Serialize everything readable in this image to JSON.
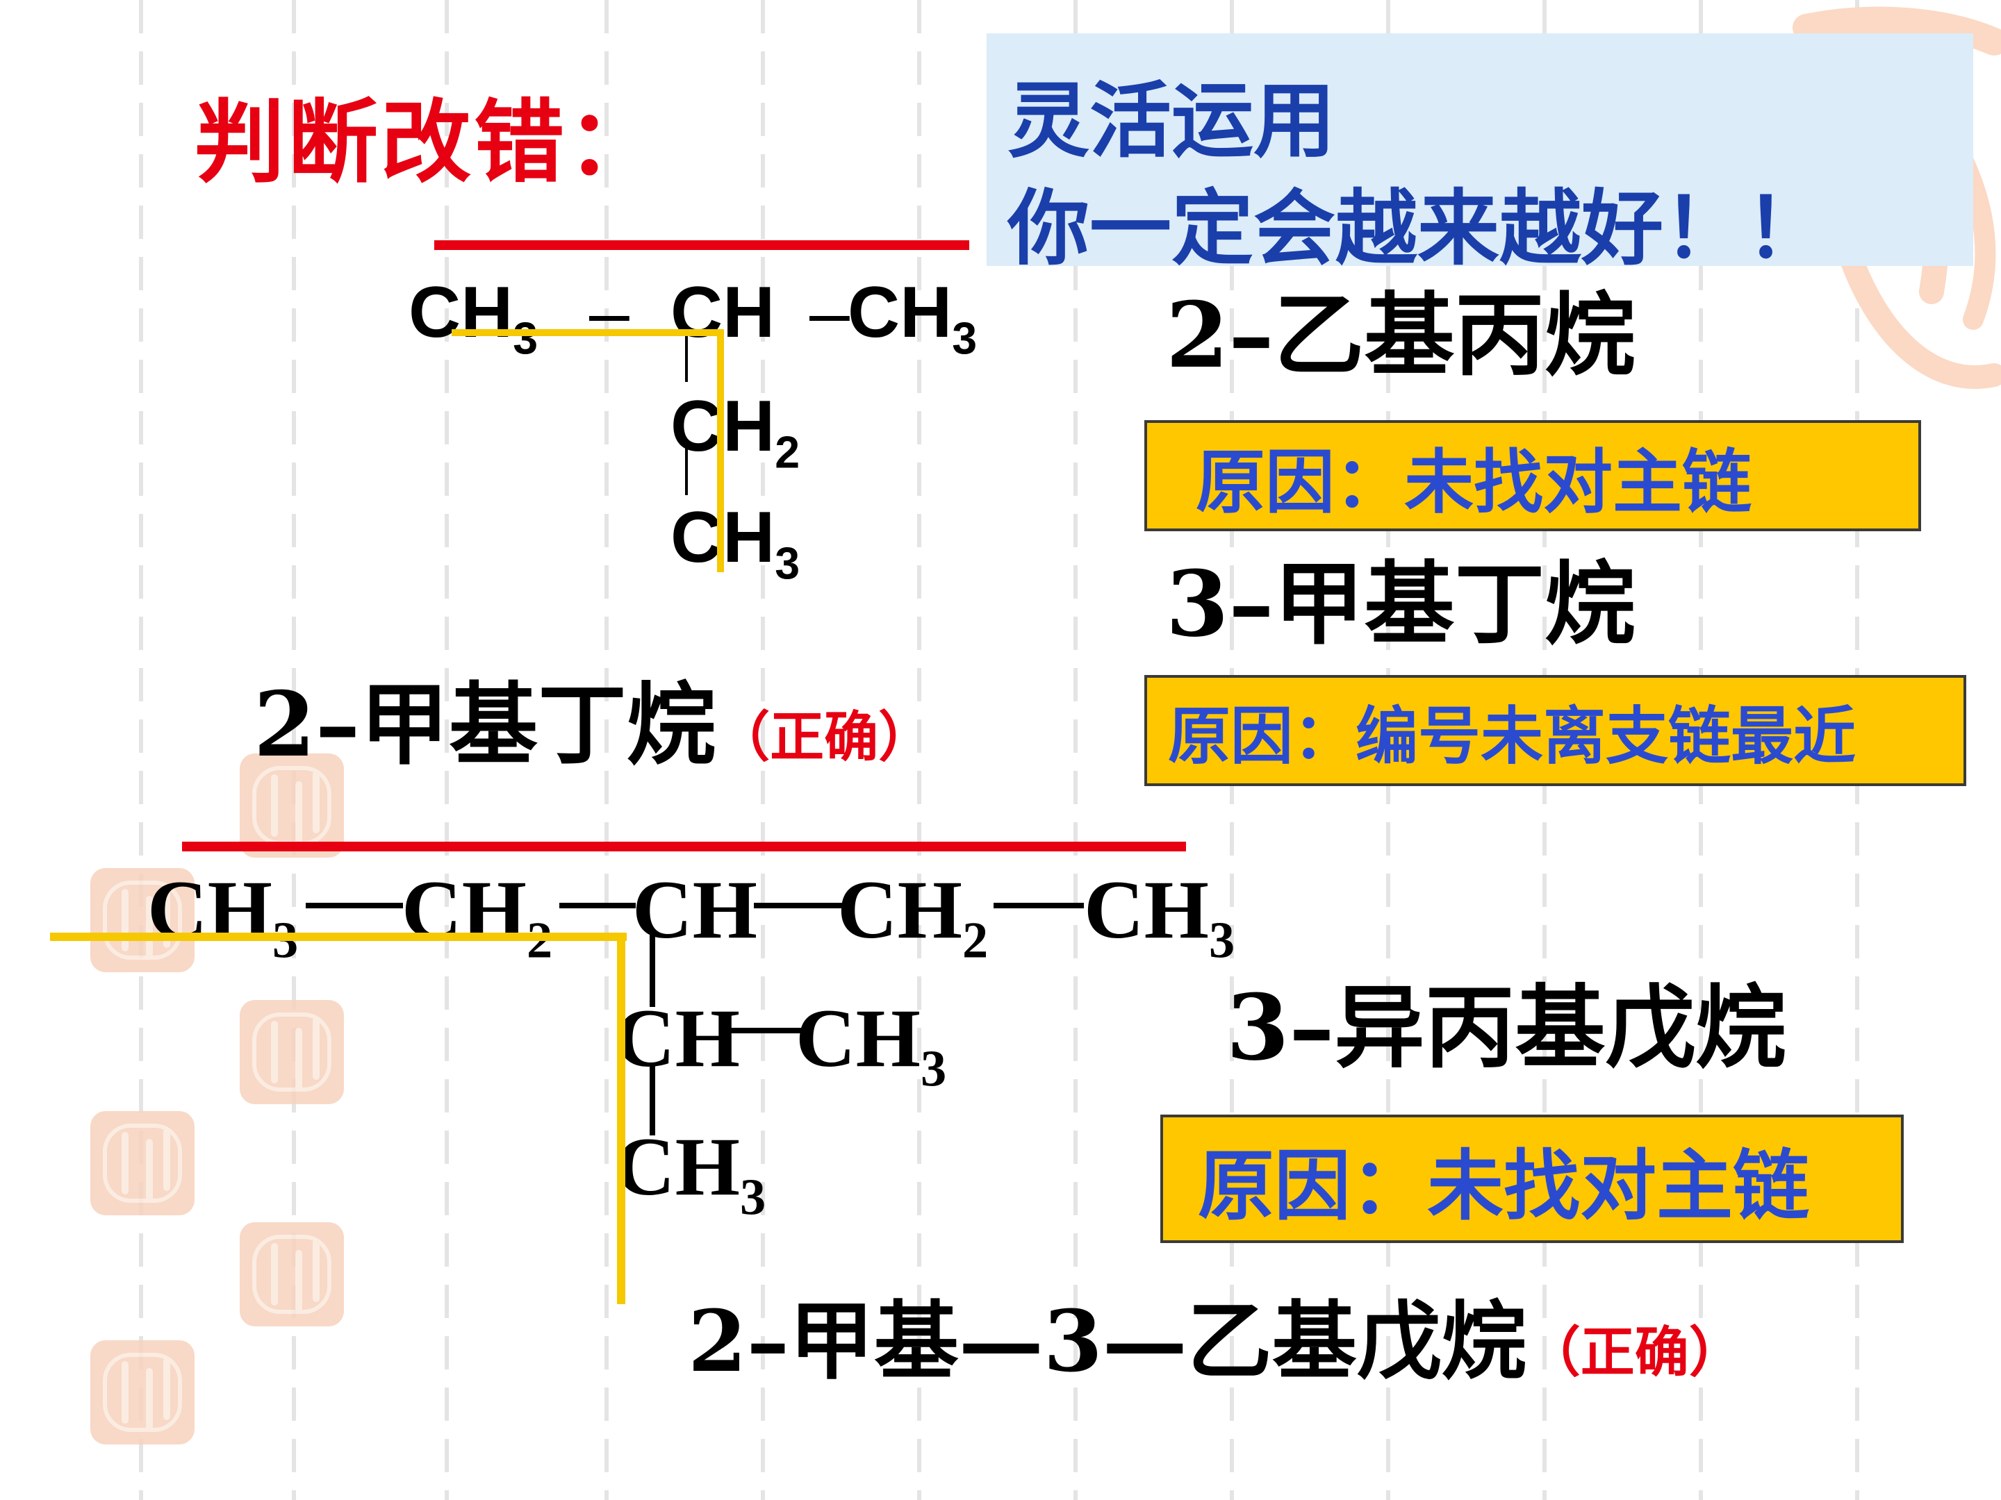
{
  "slide": {
    "title": "判断改错：",
    "banner": {
      "line1": "灵活运用",
      "line2": "你一定会越来越好！！"
    },
    "problem1": {
      "formula": {
        "main_left": "CH",
        "main_left_sub": "3",
        "dash1": "–",
        "main_mid": "CH",
        "dash2": "–",
        "main_right": "CH",
        "main_right_sub": "3",
        "branch1": "CH",
        "branch1_sub": "2",
        "branch2": "CH",
        "branch2_sub": "3"
      },
      "correct_name": "2–甲基丁烷",
      "correct_tag": "（正确）",
      "wrong1": {
        "name": "2–乙基丙烷",
        "reason": "原因：未找对主链"
      },
      "wrong2": {
        "name": "3–甲基丁烷",
        "reason": "原因：编号未离支链最近"
      }
    },
    "problem2": {
      "formula": {
        "c1": "CH",
        "c1_sub": "3",
        "c2": "CH",
        "c2_sub": "2",
        "c3": "CH",
        "c4": "CH",
        "c4_sub": "2",
        "c5": "CH",
        "c5_sub": "3",
        "b1": "CH",
        "b1_side": "CH",
        "b1_side_sub": "3",
        "b2": "CH",
        "b2_sub": "3"
      },
      "wrong": {
        "name": "3–异丙基戊烷",
        "reason": "原因：未找对主链"
      },
      "correct_name": "2–甲基—3—乙基戊烷",
      "correct_tag": "（正确）"
    },
    "colors": {
      "red": "#e60012",
      "yellow": "#f5c800",
      "reason_bg": "#ffc700",
      "reason_text": "#2a4bd0",
      "banner_bg": "#dcecf8",
      "banner_text": "#1a3faa"
    }
  }
}
